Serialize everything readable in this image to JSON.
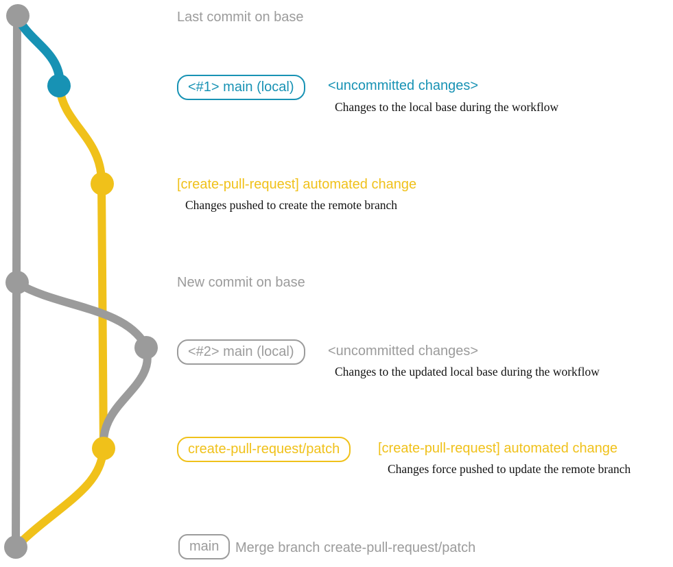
{
  "colors": {
    "teal": "#1792b4",
    "yellow": "#f0c11a",
    "gray": "#9b9b9b",
    "ink": "#111111"
  },
  "timeline": {
    "last_commit_label": "Last commit on base",
    "new_commit_label": "New commit on base"
  },
  "row_local1": {
    "branch_pill": "<#1> main (local)",
    "title": "<uncommitted changes>",
    "note": "Changes to the local base during the workflow"
  },
  "row_push1": {
    "title": "[create-pull-request] automated change",
    "note": "Changes pushed to create the remote branch"
  },
  "row_local2": {
    "branch_pill": "<#2> main (local)",
    "title": "<uncommitted changes>",
    "note": "Changes to the updated local base during the workflow"
  },
  "row_push2": {
    "branch_pill": "create-pull-request/patch",
    "title": "[create-pull-request] automated change",
    "note": "Changes force pushed to update the remote branch"
  },
  "row_merge": {
    "branch_pill": "main",
    "title": "Merge branch create-pull-request/patch"
  },
  "graph": {
    "trunk": "base (main) branch line",
    "nodes": [
      {
        "name": "last-commit-on-base",
        "color_key": "gray"
      },
      {
        "name": "local-commit-1",
        "color_key": "teal"
      },
      {
        "name": "pushed-commit-1",
        "color_key": "yellow"
      },
      {
        "name": "new-commit-on-base",
        "color_key": "gray"
      },
      {
        "name": "local-commit-2",
        "color_key": "gray"
      },
      {
        "name": "force-pushed-commit",
        "color_key": "yellow"
      },
      {
        "name": "merge-commit",
        "color_key": "gray"
      }
    ]
  }
}
